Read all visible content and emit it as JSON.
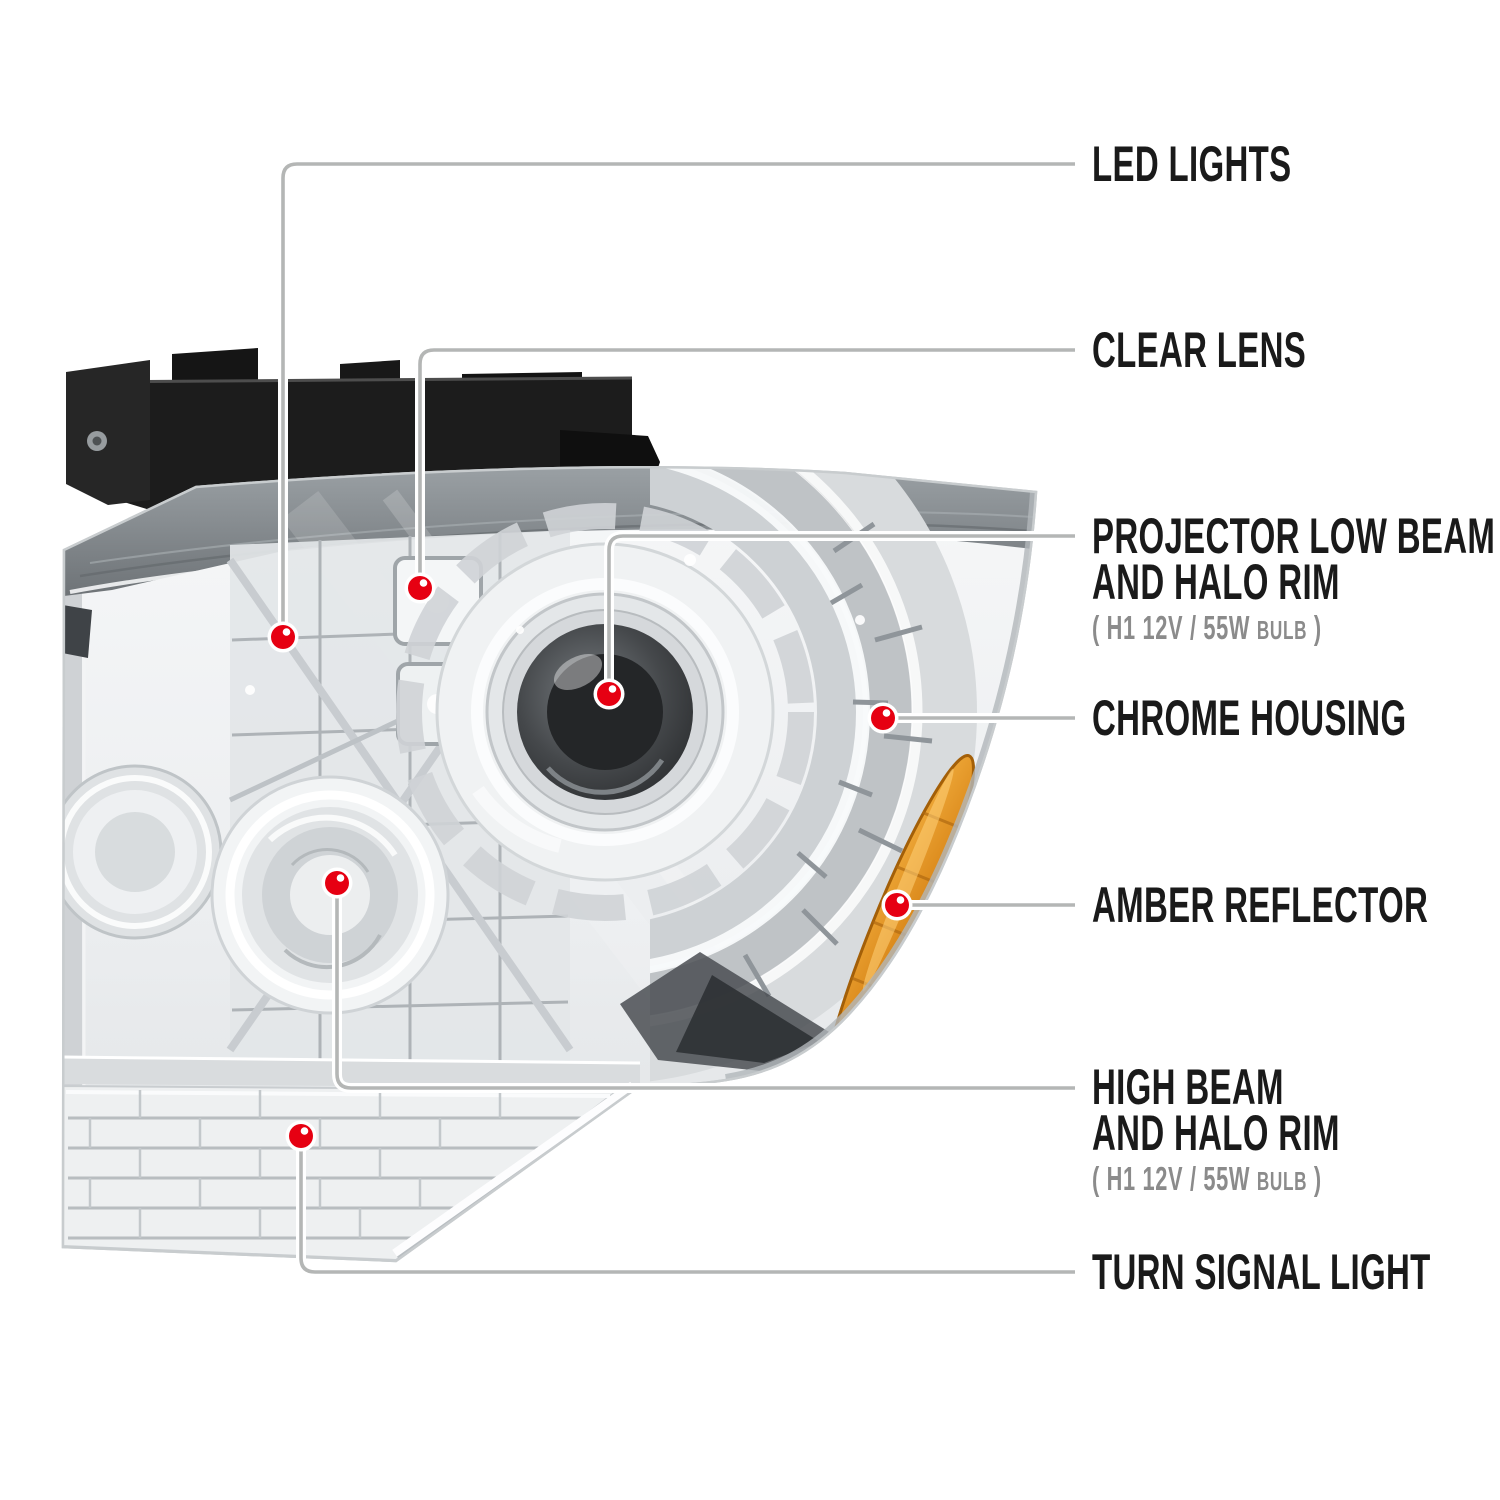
{
  "diagram": {
    "subject": "chrome-projector-headlight-annotated-diagram",
    "accent_red": "#e60012",
    "line_gray": "#b4b6b5",
    "label_color": "#1a1a1a",
    "spec_color": "#8b8b8b",
    "amber_color": "#d98a24",
    "housing_silver": "#e4e7e9",
    "bracket_black": "#1c1c1c"
  },
  "callouts": [
    {
      "id": "led-lights",
      "lines": [
        "LED LIGHTS"
      ]
    },
    {
      "id": "clear-lens",
      "lines": [
        "CLEAR LENS"
      ]
    },
    {
      "id": "projector-low-beam",
      "lines": [
        "PROJECTOR LOW BEAM",
        "AND HALO RIM"
      ],
      "spec_prefix": "( H1  12V / 55W ",
      "spec_bulb": "BULB",
      "spec_suffix": " )"
    },
    {
      "id": "chrome-housing",
      "lines": [
        "CHROME HOUSING"
      ]
    },
    {
      "id": "amber-reflector",
      "lines": [
        "AMBER REFLECTOR"
      ]
    },
    {
      "id": "high-beam",
      "lines": [
        "HIGH BEAM",
        "AND HALO RIM"
      ],
      "spec_prefix": "( H1  12V / 55W ",
      "spec_bulb": "BULB",
      "spec_suffix": " )"
    },
    {
      "id": "turn-signal",
      "lines": [
        "TURN SIGNAL LIGHT"
      ]
    }
  ]
}
